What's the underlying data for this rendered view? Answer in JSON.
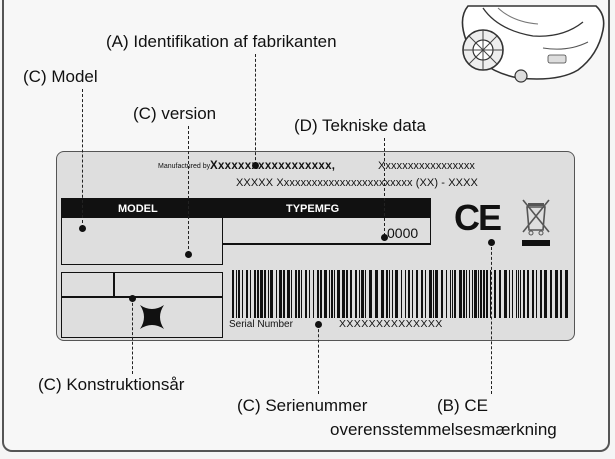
{
  "labels": {
    "identification": "(A) Identifikation af fabrikanten",
    "model": "(C) Model",
    "version": "(C) version",
    "technical": "(D) Tekniske data",
    "year": "(C) Konstruktionsår",
    "serial": "(C) Serienummer",
    "ce_line1": "(B) CE",
    "ce_line2": "overensstemmelsesmærkning"
  },
  "plate": {
    "manufactured_by": "Manufactured by",
    "manufacturer": "Xxxxxxxxxxxxxxxxxx,",
    "manufacturer_addr1": "Xxxxxxxxxxxxxxxxx",
    "manufacturer_addr2": "XXXXX Xxxxxxxxxxxxxxxxxxxxxxxx (XX) - XXXX",
    "model_header": "MODEL",
    "type_header": "TYPEMFG",
    "type_value": "0000",
    "ce_mark": "CE",
    "serial_label": "Serial Number",
    "serial_value": "XXXXXXXXXXXXXX"
  },
  "icons": {
    "mower": "robot-lawnmower-icon",
    "weee": "crossed-bin-icon",
    "star": "four-point-star-icon"
  }
}
